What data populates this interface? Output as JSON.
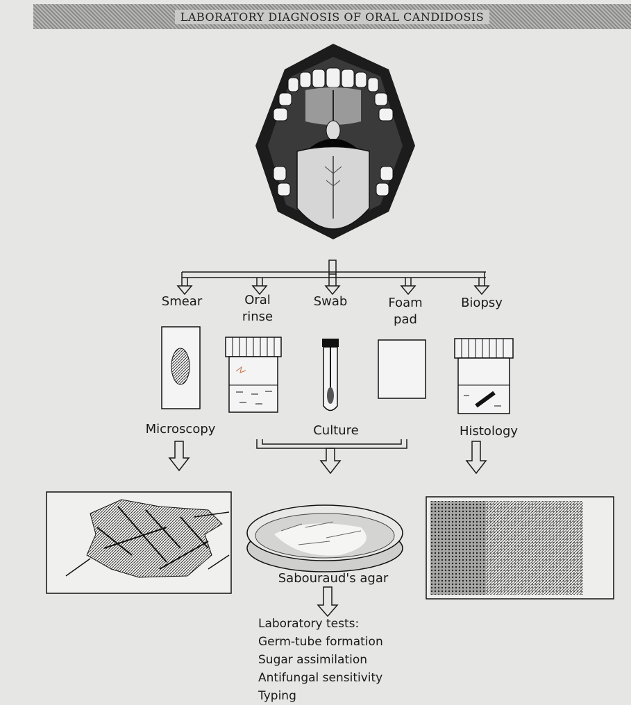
{
  "title": "LABORATORY DIAGNOSIS OF ORAL CANDIDOSIS",
  "methods": {
    "smear": "Smear",
    "oral_rinse_line1": "Oral",
    "oral_rinse_line2": "rinse",
    "swab": "Swab",
    "foam_pad_line1": "Foam",
    "foam_pad_line2": "pad",
    "biopsy": "Biopsy"
  },
  "processes": {
    "microscopy": "Microscopy",
    "culture": "Culture",
    "histology": "Histology"
  },
  "culture_medium": "Sabouraud's agar",
  "laboratory_tests": {
    "heading": "Laboratory tests:",
    "items": [
      "Germ-tube formation",
      "Sugar assimilation",
      "Antifungal sensitivity",
      "Typing"
    ]
  }
}
